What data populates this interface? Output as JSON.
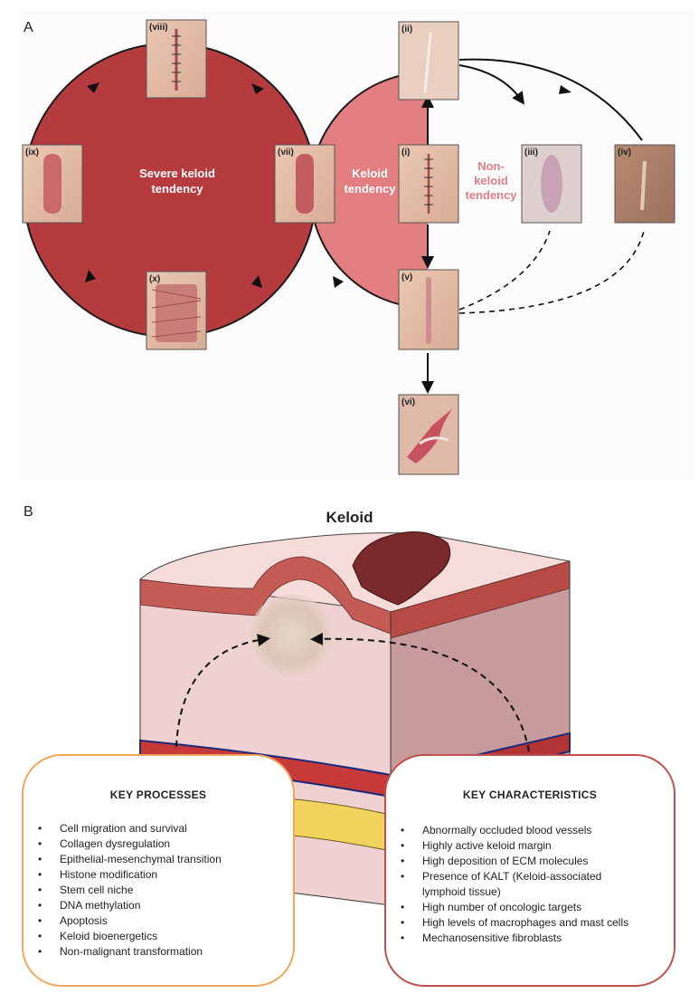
{
  "panel_a": {
    "label": "A",
    "circle_severe": {
      "line1": "Severe keloid",
      "line2": "tendency",
      "color": "#b63b3e"
    },
    "circle_keloid": {
      "line1": "Keloid",
      "line2": "tendency",
      "color": "#e27d80"
    },
    "non_keloid": {
      "line1": "Non-",
      "line2": "keloid",
      "line3": "tendency",
      "color": "#e07f84"
    },
    "tiles": [
      {
        "id": "i",
        "label": "(i)"
      },
      {
        "id": "ii",
        "label": "(ii)"
      },
      {
        "id": "iii",
        "label": "(iii)"
      },
      {
        "id": "iv",
        "label": "(iv)"
      },
      {
        "id": "v",
        "label": "(v)"
      },
      {
        "id": "vi",
        "label": "(vi)"
      },
      {
        "id": "vii",
        "label": "(vii)"
      },
      {
        "id": "viii",
        "label": "(viii)"
      },
      {
        "id": "ix",
        "label": "(ix)"
      },
      {
        "id": "x",
        "label": "(x)"
      }
    ]
  },
  "panel_b": {
    "label": "B",
    "title": "Keloid",
    "key_processes": {
      "heading": "KEY PROCESSES",
      "border_color": "#f0a65a",
      "items": [
        "Cell migration and survival",
        "Collagen dysregulation",
        "Epithelial-mesenchymal transition",
        "Histone modification",
        "Stem cell niche",
        "DNA methylation",
        "Apoptosis",
        "Keloid bioenergetics",
        "Non-malignant transformation"
      ]
    },
    "key_characteristics": {
      "heading": "KEY CHARACTERISTICS",
      "border_color": "#c0504d",
      "items": [
        "Abnormally occluded blood vessels",
        "Highly active keloid margin",
        "High deposition of ECM molecules",
        "Presence of KALT (Keloid-associated",
        "High number of oncologic targets",
        "High levels of macrophages and mast cells",
        "Mechanosensitive fibroblasts"
      ],
      "continuation": "lymphoid tissue)"
    }
  }
}
